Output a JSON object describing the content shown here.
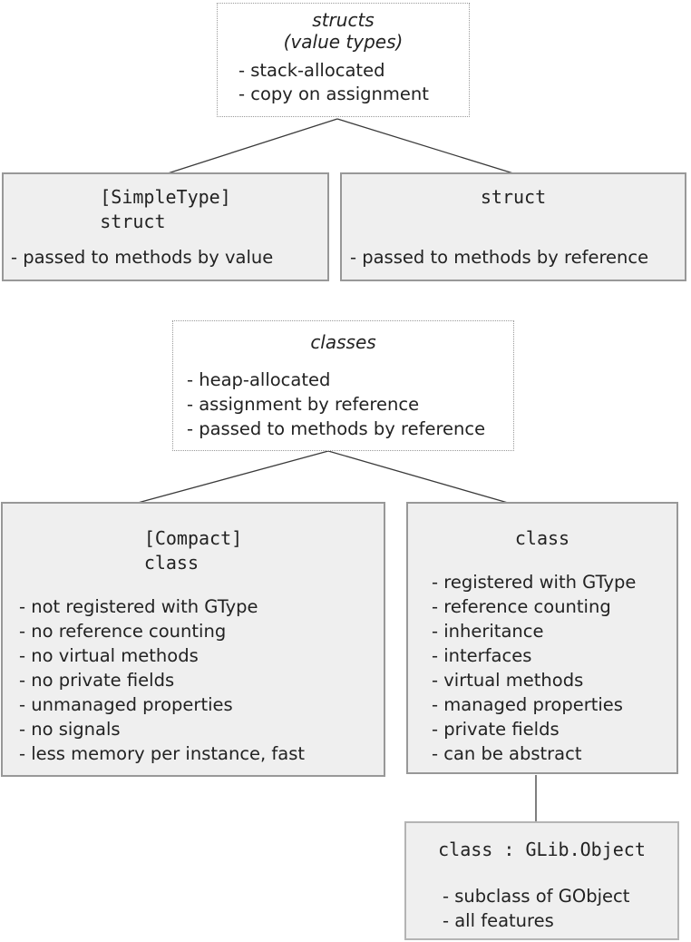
{
  "diagram_title": "value types vs reference types diagram",
  "colors": {
    "box_fill": "#efefef",
    "box_border": "#989898",
    "dotted_border": "#9a9a9a",
    "connector": "#3a3a3a",
    "text": "#222222",
    "background": "#ffffff"
  },
  "boxes": {
    "structs": {
      "title_lines": [
        "structs",
        "(value types)"
      ],
      "bullets": [
        "- stack-allocated",
        "- copy on assignment"
      ]
    },
    "simple_struct": {
      "title_lines": [
        "[SimpleType]",
        "struct"
      ],
      "bullets": [
        "- passed to methods by value"
      ]
    },
    "struct": {
      "title_lines": [
        "struct"
      ],
      "bullets": [
        "- passed to methods by reference"
      ]
    },
    "classes": {
      "title_lines": [
        "classes"
      ],
      "bullets": [
        "- heap-allocated",
        "- assignment by reference",
        "- passed to methods by reference"
      ]
    },
    "compact_class": {
      "title_lines": [
        "[Compact]",
        "class"
      ],
      "bullets": [
        "- not registered with GType",
        "- no reference counting",
        "- no virtual methods",
        "- no private fields",
        "- unmanaged properties",
        "- no signals",
        "- less memory per instance, fast"
      ]
    },
    "class": {
      "title_lines": [
        "class"
      ],
      "bullets": [
        "- registered with GType",
        "- reference counting",
        "- inheritance",
        "- interfaces",
        "- virtual methods",
        "- managed properties",
        "- private fields",
        "- can be abstract"
      ]
    },
    "gobject": {
      "title_lines": [
        "class : GLib.Object"
      ],
      "bullets": [
        "- subclass of GObject",
        "- all features"
      ]
    }
  }
}
